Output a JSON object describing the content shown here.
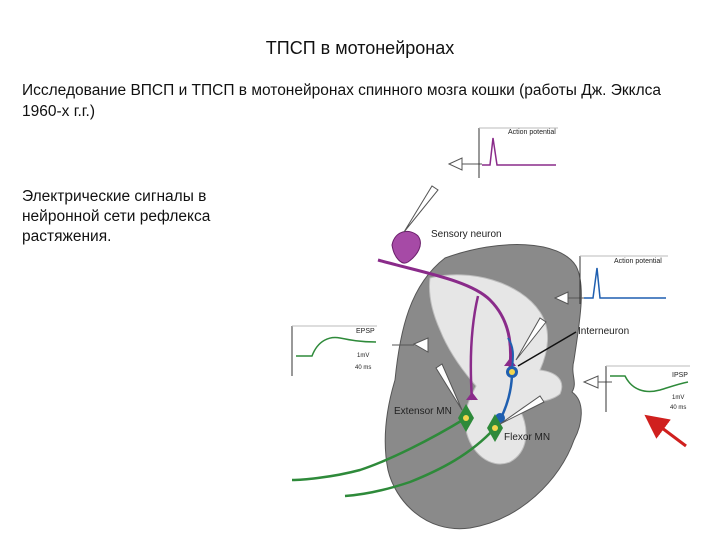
{
  "slide": {
    "title": "ТПСП в мотонейронах",
    "intro": "Исследование ВПСП и ТПСП в мотонейронах спинного мозга кошки (работы Дж. Экклса 1960-х г.г.)",
    "side_text": "Электрические сигналы в нейронной сети рефлекса растяжения."
  },
  "diagram": {
    "labels": {
      "sensory_neuron": "Sensory neuron",
      "interneuron": "Interneuron",
      "extensor_mn": "Extensor MN",
      "flexor_mn": "Flexor MN"
    },
    "traces": {
      "sensory_ap": "Action potential",
      "interneuron_ap": "Action potential",
      "epsp": "EPSP",
      "ipsp": "IPSP",
      "scale_mv": "1mV",
      "scale_ms": "40 ms"
    },
    "colors": {
      "sensory": "#8a2b8a",
      "interneuron": "#1f5fb0",
      "motor": "#2e8a3a",
      "cord_gray": "#8a8a8a",
      "arrow": "#d0201e"
    }
  }
}
